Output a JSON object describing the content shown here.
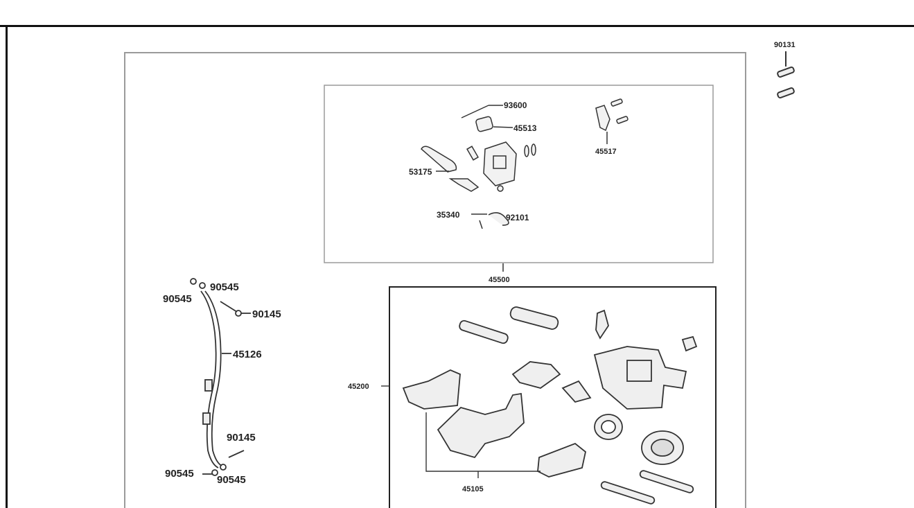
{
  "labels": {
    "top_right_bolt": "90131",
    "pin": "93600",
    "cap": "45513",
    "clamp": "45517",
    "lever": "53175",
    "switch": "35340",
    "screw": "92101",
    "master_cylinder": "45500",
    "hose_banjo_top_right": "90545",
    "hose_banjo_top_left": "90545",
    "hose_bolt_top": "90145",
    "hose": "45126",
    "hose_bolt_bottom": "90145",
    "hose_banjo_bottom_left": "90545",
    "hose_banjo_bottom_right": "90545",
    "caliper": "45200",
    "brake_pads": "45105"
  },
  "colors": {
    "line": "#333333",
    "frame": "#9a9a9a",
    "ink": "#222222",
    "fill": "#e8e8e8"
  }
}
